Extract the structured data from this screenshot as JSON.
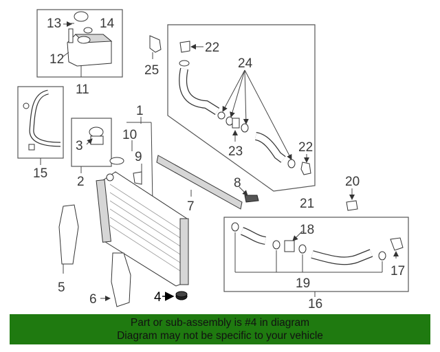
{
  "callouts": {
    "c1": "1",
    "c2": "2",
    "c3": "3",
    "c4": "4",
    "c5": "5",
    "c6": "6",
    "c7": "7",
    "c8": "8",
    "c9": "9",
    "c10": "10",
    "c11": "11",
    "c12": "12",
    "c13": "13",
    "c14": "14",
    "c15": "15",
    "c16": "16",
    "c17": "17",
    "c18": "18",
    "c19": "19",
    "c20": "20",
    "c21": "21",
    "c22a": "22",
    "c22b": "22",
    "c23": "23",
    "c24": "24",
    "c25": "25"
  },
  "banner": {
    "line1": "Part or sub-assembly is #4 in diagram",
    "line2": "Diagram may not be specific to your vehicle"
  },
  "colors": {
    "banner_bg": "#1f7a10",
    "line": "#444444"
  }
}
